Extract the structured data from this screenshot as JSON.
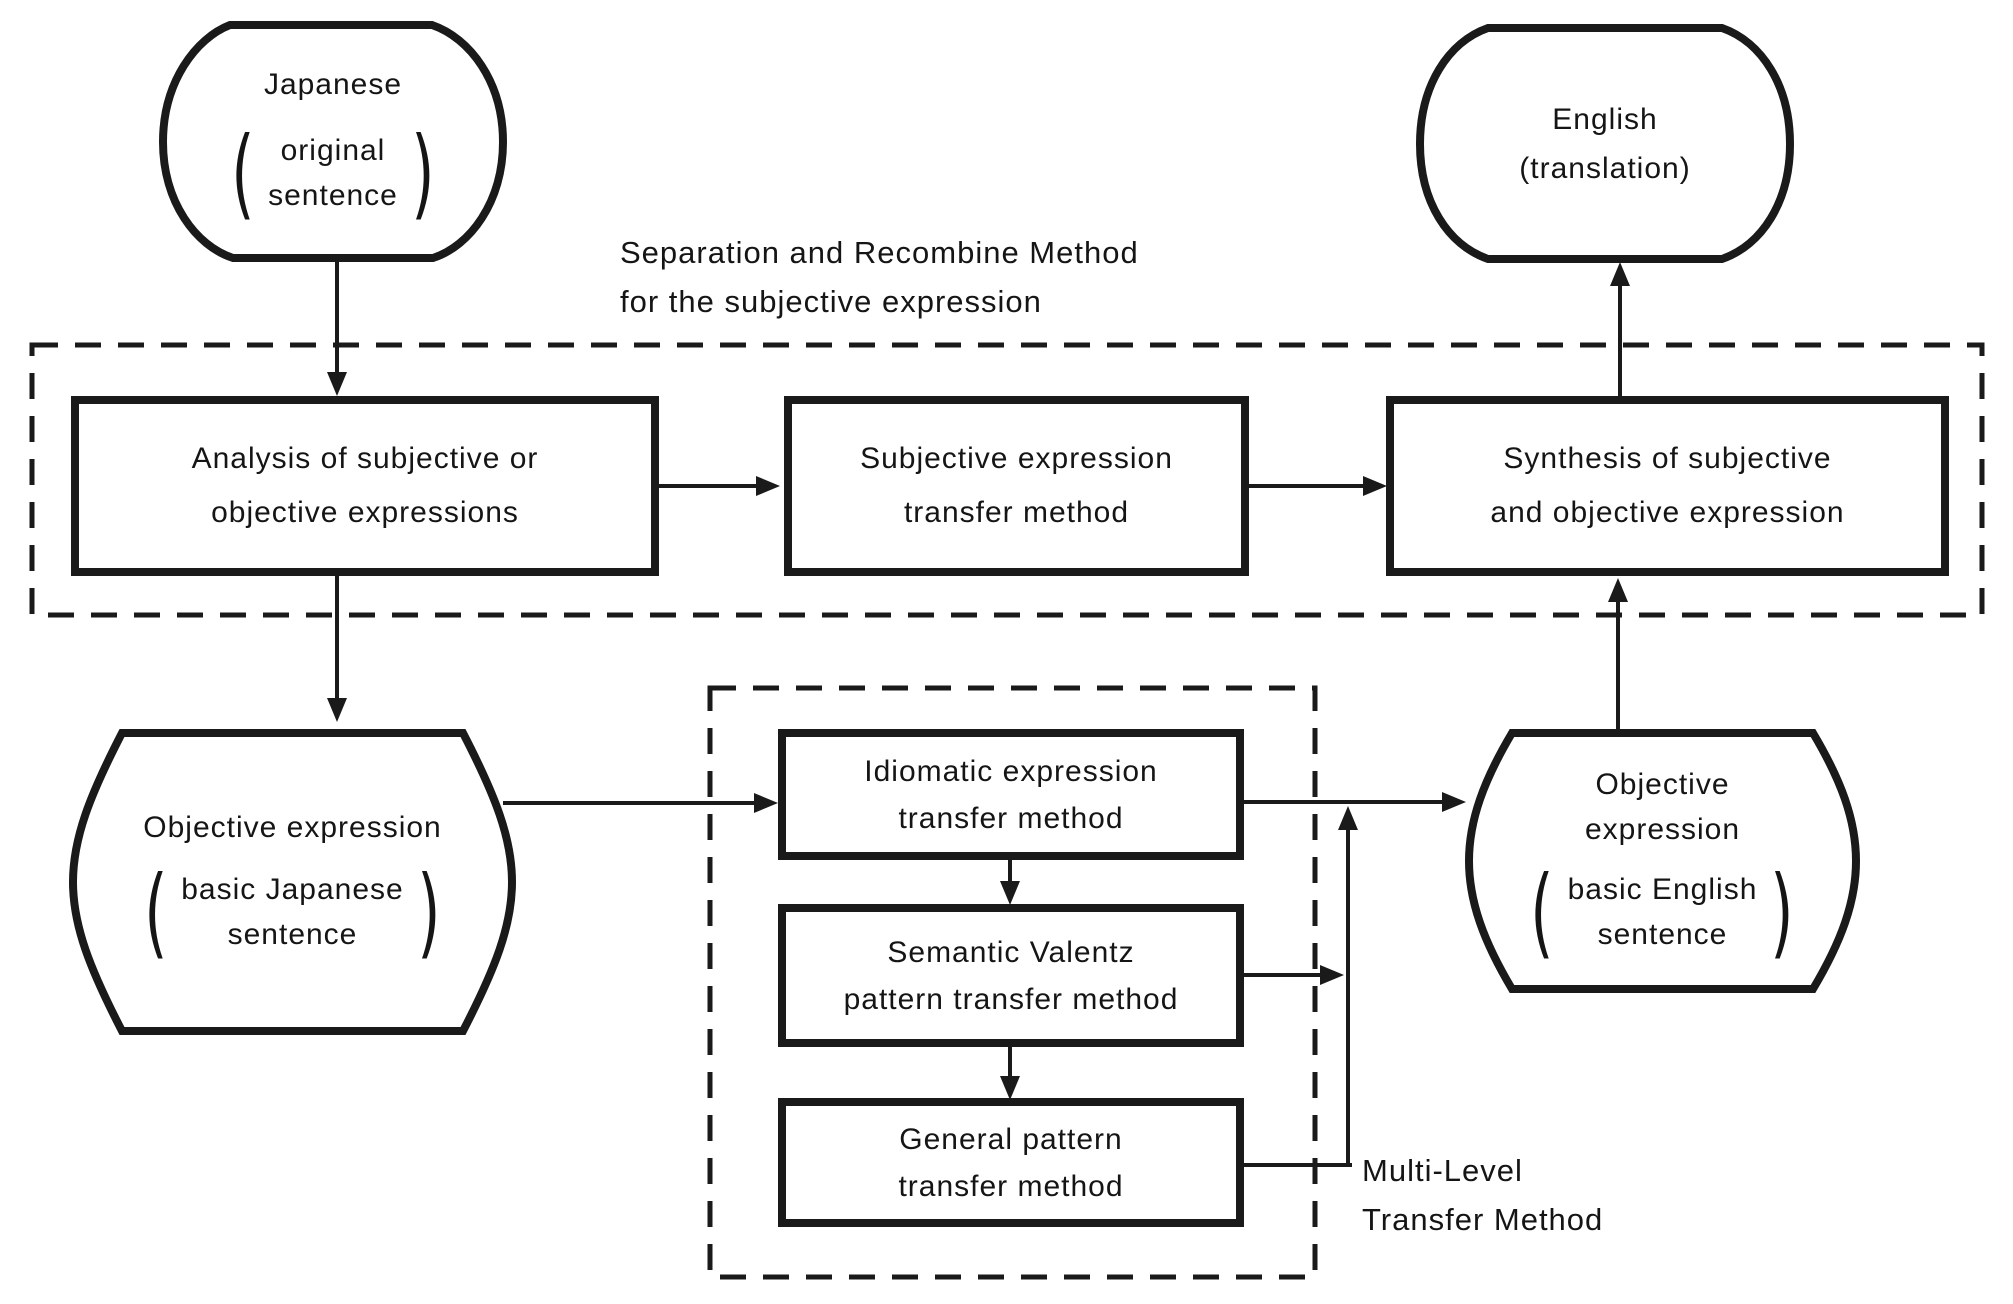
{
  "glyphs": {
    "paren_open": "(",
    "paren_close": ")"
  },
  "labels": {
    "separation_method": "Separation and Recombine Method\nfor the subjective expression",
    "multi_level": "Multi-Level\nTransfer Method"
  },
  "nodes": {
    "japanese": {
      "name": "Japanese",
      "sub": "original\nsentence"
    },
    "english": {
      "name": "English",
      "sub": "(translation)"
    },
    "objective_japanese": {
      "name": "Objective expression",
      "sub": "basic Japanese\nsentence"
    },
    "objective_english": {
      "name": "Objective\nexpression",
      "sub": "basic English\nsentence"
    }
  },
  "boxes": {
    "analysis": "Analysis of subjective or\nobjective expressions",
    "subjective_transfer": "Subjective expression\ntransfer method",
    "synthesis": "Synthesis of subjective\nand objective expression",
    "idiomatic": "Idiomatic expression\ntransfer method",
    "semantic_valentz": "Semantic Valentz\npattern transfer method",
    "general_pattern": "General pattern\ntransfer method"
  },
  "colors": {
    "ink": "#1a1a1a",
    "background": "#ffffff"
  }
}
